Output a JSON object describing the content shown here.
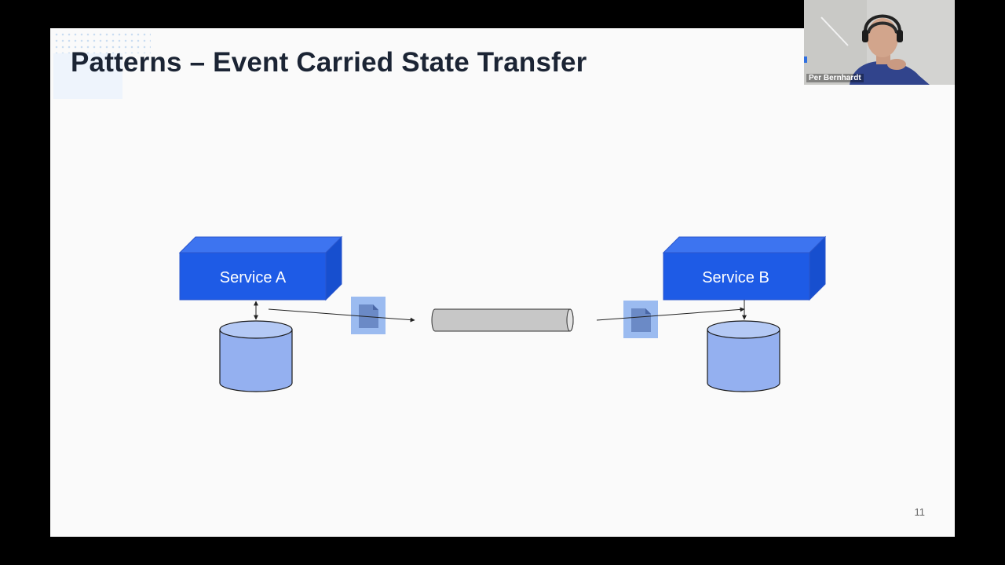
{
  "slide": {
    "title": "Patterns – Event Carried State Transfer",
    "page_number": "11"
  },
  "diagram": {
    "service_a": {
      "label": "Service A"
    },
    "service_b": {
      "label": "Service B"
    }
  },
  "colors": {
    "service_box": "#1e5be6",
    "database": "#94b0f0",
    "event_doc": "#9bbbf0",
    "pipe": "#c7c7c7"
  },
  "webcam": {
    "participant_name": "Per Bernhardt"
  }
}
